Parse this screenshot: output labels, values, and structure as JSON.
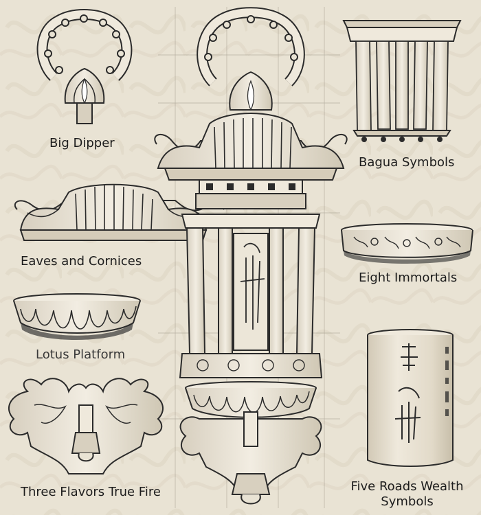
{
  "labels": {
    "big_dipper": "Big Dipper",
    "bagua_symbols": "Bagua Symbols",
    "eaves_and_cornices": "Eaves and Cornices",
    "eight_immortals": "Eight Immortals",
    "lotus_platform": "Lotus Platform",
    "three_flavors_true_fire": "Three Flavors True Fire",
    "five_roads_wealth_symbols_line1": "Five Roads Wealth",
    "five_roads_wealth_symbols_line2": "Symbols"
  },
  "colors": {
    "paper": "#e9e3d4",
    "ink": "#2b2b2b",
    "shade": "#cfc7b4"
  }
}
